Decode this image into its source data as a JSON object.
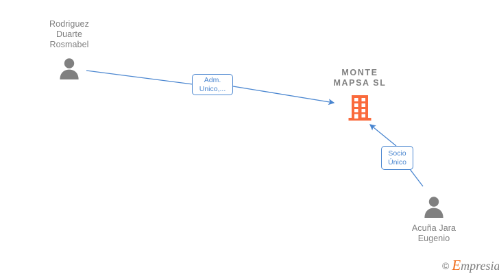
{
  "diagram": {
    "background_color": "#ffffff",
    "edge_color": "#4a86d0",
    "company_color": "#fa6a3c",
    "person_color": "#808080",
    "text_color": "#808080"
  },
  "nodes": {
    "person_top_left": {
      "name": "Rodriguez\nDuarte\nRosmabel",
      "icon": "person-icon"
    },
    "person_bottom_right": {
      "name": "Acuña Jara\nEugenio",
      "icon": "person-icon"
    },
    "company": {
      "name": "MONTE\nMAPSA  SL",
      "icon": "building-icon"
    }
  },
  "edges": [
    {
      "id": "edge-adm-unico",
      "from": "person_top_left",
      "to": "company",
      "label": "Adm.\nUnico,..."
    },
    {
      "id": "edge-socio-unico",
      "from": "person_bottom_right",
      "to": "company",
      "label": "Socio\nÚnico"
    }
  ],
  "watermark": {
    "copyright": "©",
    "brand_initial": "E",
    "brand_rest": "mpresia"
  }
}
